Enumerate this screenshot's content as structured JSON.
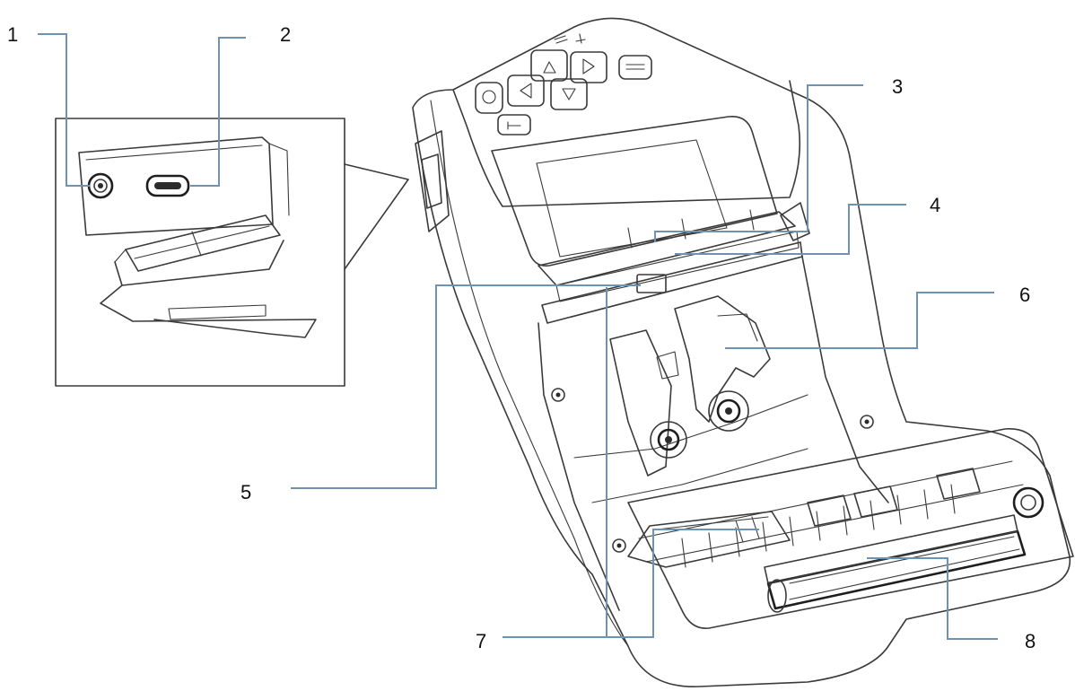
{
  "diagram": {
    "callouts": [
      {
        "id": "1",
        "label": "1"
      },
      {
        "id": "2",
        "label": "2"
      },
      {
        "id": "3",
        "label": "3"
      },
      {
        "id": "4",
        "label": "4"
      },
      {
        "id": "5",
        "label": "5"
      },
      {
        "id": "6",
        "label": "6"
      },
      {
        "id": "7",
        "label": "7"
      },
      {
        "id": "8",
        "label": "8"
      }
    ],
    "colors": {
      "leader_line": "#6f92b3",
      "drawing_line": "#3a3a3a",
      "background": "#ffffff"
    }
  }
}
